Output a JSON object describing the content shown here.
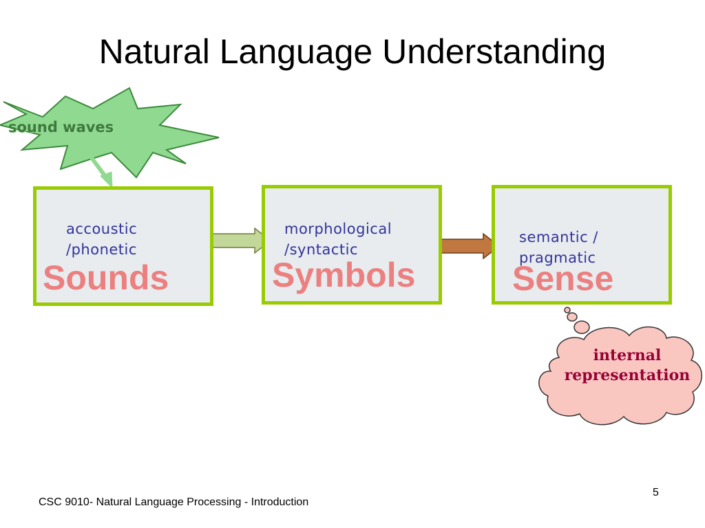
{
  "slide": {
    "title": "Natural Language Understanding",
    "burst_label": "sound waves",
    "stages": [
      {
        "level": [
          "accoustic",
          "/phonetic"
        ],
        "word": "Sounds"
      },
      {
        "level": [
          "morphological",
          "/syntactic"
        ],
        "word": "Symbols"
      },
      {
        "level": [
          "semantic /",
          "pragmatic"
        ],
        "word": "Sense"
      }
    ],
    "cloud_label": [
      "internal",
      "representation"
    ],
    "footer": "CSC 9010- Natural Language Processing - Introduction",
    "page_number": "5"
  },
  "colors": {
    "box_border": "#99cc00",
    "box_fill": "#e8ecef",
    "stage_word": "#ec7f7f",
    "level_label": "#333399",
    "burst_fill": "#90d990",
    "cloud_fill": "#f9c7c0",
    "cloud_text": "#990033",
    "arrow_light": "#c4d79b",
    "arrow_brown": "#c07840"
  }
}
